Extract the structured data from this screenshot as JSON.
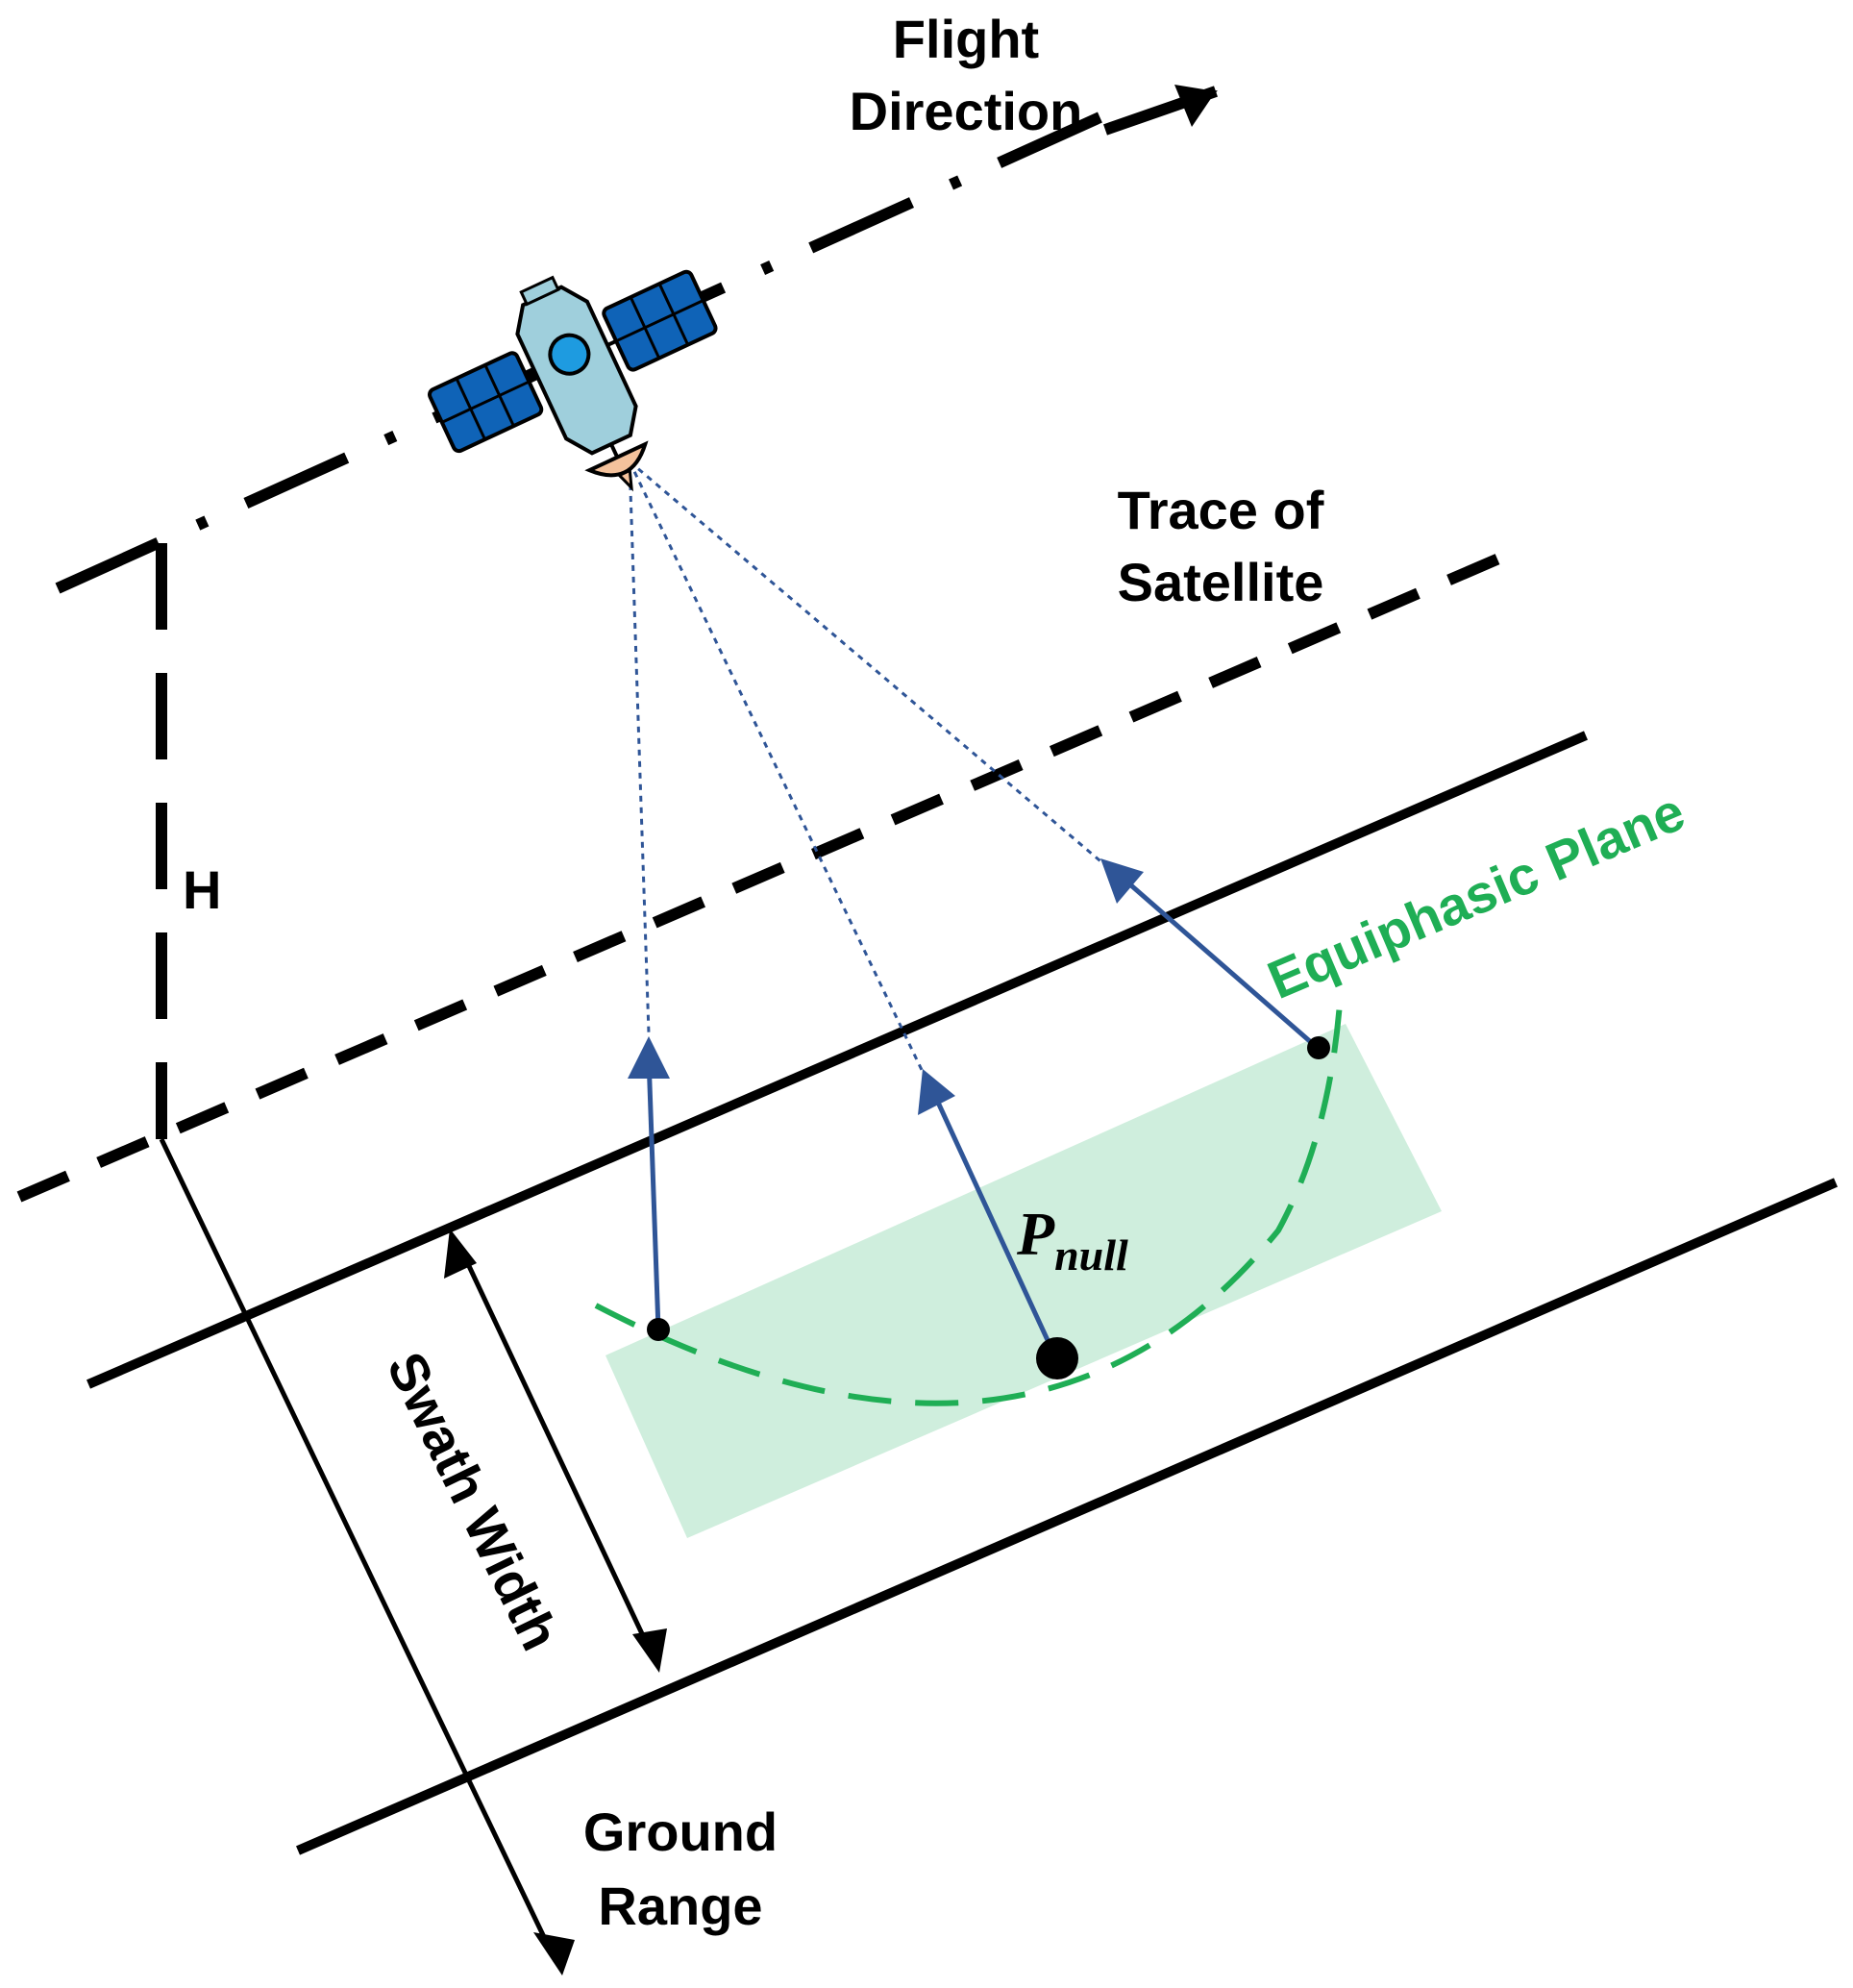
{
  "labels": {
    "flight_direction_line1": "Flight",
    "flight_direction_line2": "Direction",
    "trace_line1": "Trace of",
    "trace_line2": "Satellite",
    "height": "H",
    "equiphasic_plane": "Equiphasic Plane",
    "p_null_main": "P",
    "p_null_sub": "null",
    "swath_width": "Swath Width",
    "ground_range_line1": "Ground",
    "ground_range_line2": "Range"
  },
  "colors": {
    "line": "#000000",
    "arrow_blue": "#2f5597",
    "ray_blue": "#2f5597",
    "equiphase_green": "#1fae55",
    "swath_fill": "#cfeedd",
    "satellite_body": "#9fcfdc",
    "satellite_lens": "#1e9be0",
    "solar_panel": "#0f63b7",
    "antenna_dish": "#f4c29c"
  }
}
